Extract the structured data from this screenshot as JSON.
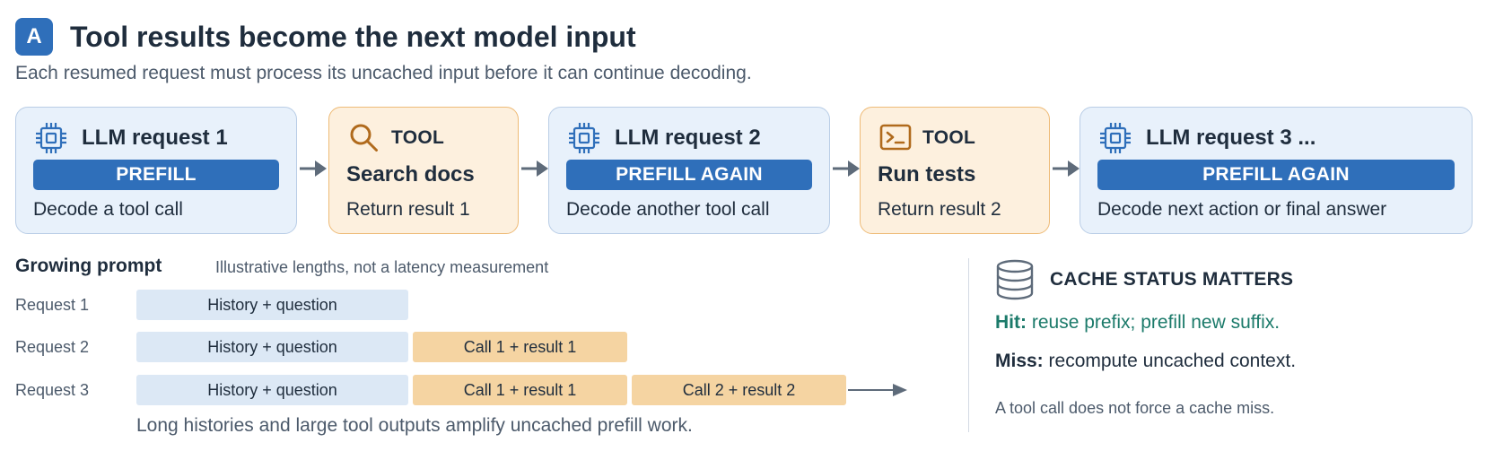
{
  "header": {
    "badge": "A",
    "title": "Tool results become the next model input",
    "subtitle": "Each resumed request must process its uncached input before it can continue decoding."
  },
  "flow": [
    {
      "kind": "llm",
      "icon": "chip-icon",
      "title": "LLM request 1",
      "bar": "PREFILL",
      "desc": "Decode a tool call"
    },
    {
      "kind": "tool",
      "icon": "search-icon",
      "label": "TOOL",
      "name": "Search docs",
      "desc": "Return result 1"
    },
    {
      "kind": "llm",
      "icon": "chip-icon",
      "title": "LLM request 2",
      "bar": "PREFILL AGAIN",
      "desc": "Decode another tool call"
    },
    {
      "kind": "tool",
      "icon": "terminal-icon",
      "label": "TOOL",
      "name": "Run tests",
      "desc": "Return result 2"
    },
    {
      "kind": "llm",
      "icon": "chip-icon",
      "title": "LLM request 3 ...",
      "bar": "PREFILL AGAIN",
      "desc": "Decode next action or final answer"
    }
  ],
  "growing_prompt": {
    "title": "Growing prompt",
    "note": "Illustrative lengths, not a latency measurement",
    "rows": [
      {
        "label": "Request 1",
        "segments": [
          "History + question"
        ]
      },
      {
        "label": "Request 2",
        "segments": [
          "History + question",
          "Call 1 + result 1"
        ]
      },
      {
        "label": "Request 3",
        "segments": [
          "History + question",
          "Call 1 + result 1",
          "Call 2 + result 2"
        ]
      }
    ],
    "footnote": "Long histories and large tool outputs amplify uncached prefill work."
  },
  "cache": {
    "icon": "database-icon",
    "title": "CACHE STATUS MATTERS",
    "hit_key": "Hit:",
    "hit_text": "reuse prefix; prefill new suffix.",
    "miss_key": "Miss:",
    "miss_text": "recompute uncached context.",
    "note": "A tool call does not force a cache miss."
  },
  "colors": {
    "accent": "#2f6fba",
    "llm_fill": "#e8f1fb",
    "tool_fill": "#fdf0de",
    "hit": "#1b7a6a",
    "segment_history": "#dce8f5",
    "segment_call": "#f5d4a2"
  }
}
